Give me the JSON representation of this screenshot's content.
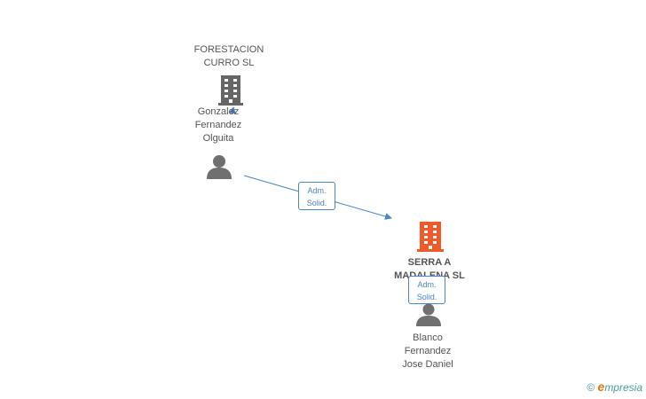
{
  "nodes": {
    "forestacion": {
      "label": "FORESTACION\nCURRO  SL",
      "color": "#666666"
    },
    "gonzalez": {
      "label": "Gonzalez\nFernandez\nOlguita"
    },
    "serra": {
      "label": "SERRA A\nMADALENA SL",
      "color": "#f05a28"
    },
    "blanco": {
      "label": "Blanco\nFernandez\nJose Daniel"
    }
  },
  "edges": {
    "gonzalez_to_serra": {
      "line1": "Adm.",
      "line2": "Solid."
    },
    "blanco_to_serra": {
      "line1": "Adm.",
      "line2": "Solid."
    }
  },
  "footer": {
    "copyright": "©",
    "brand_e": "e",
    "brand_rest": "mpresia"
  },
  "colors": {
    "edge": "#4a86c8",
    "person": "#707070"
  }
}
